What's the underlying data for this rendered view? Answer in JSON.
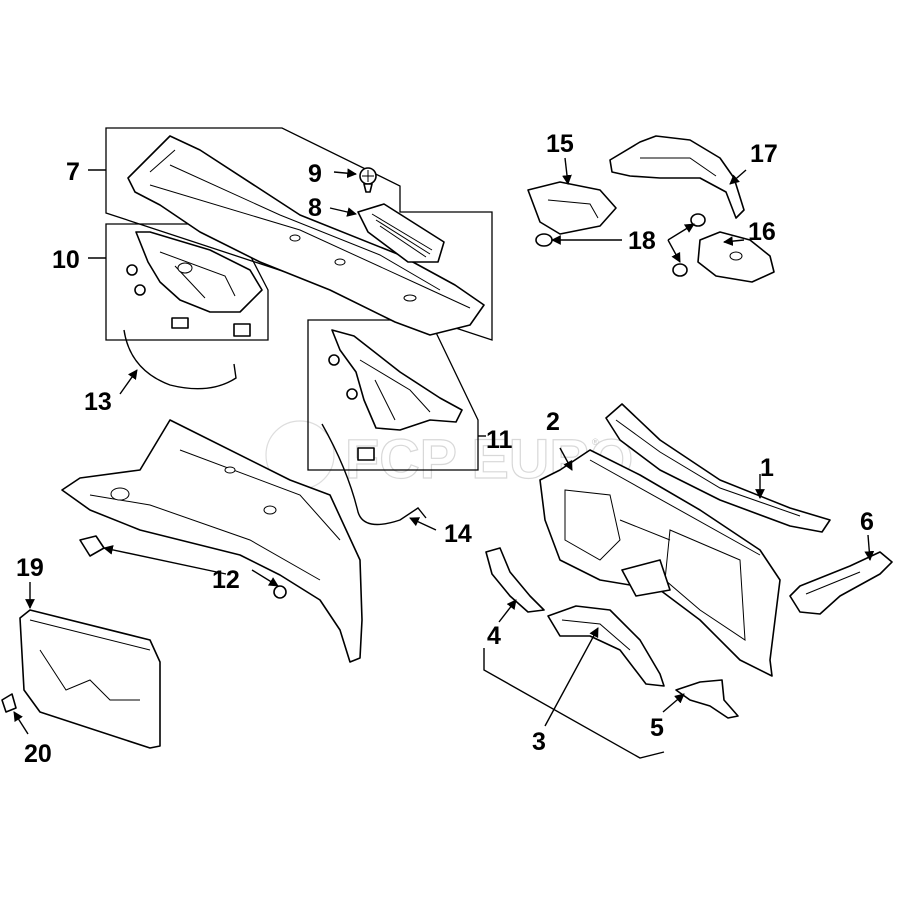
{
  "watermark": {
    "brand": "FCP EURO",
    "mark": "®"
  },
  "callouts": {
    "c1": "1",
    "c2": "2",
    "c3": "3",
    "c4": "4",
    "c5": "5",
    "c6": "6",
    "c7": "7",
    "c8": "8",
    "c9": "9",
    "c10": "10",
    "c11": "11",
    "c12": "12",
    "c13": "13",
    "c14": "14",
    "c15": "15",
    "c16": "16",
    "c17": "17",
    "c18": "18",
    "c19": "19",
    "c20": "20"
  }
}
